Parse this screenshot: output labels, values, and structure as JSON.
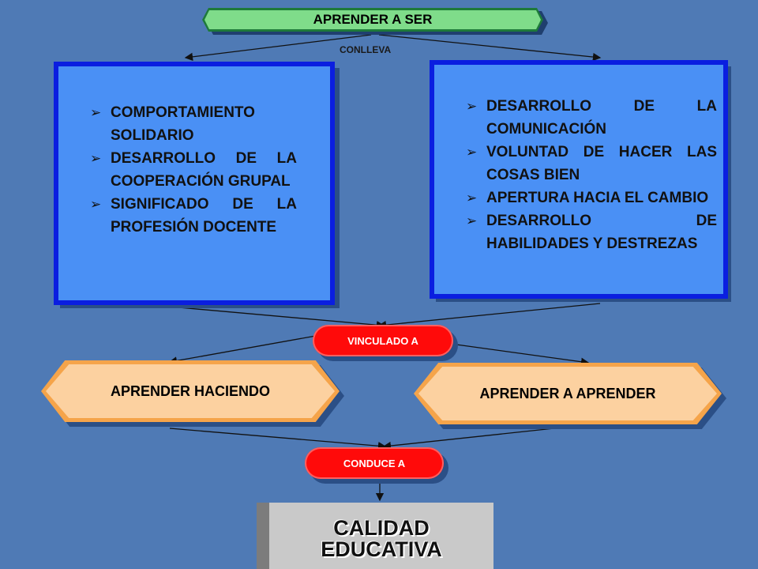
{
  "top_banner": {
    "label": "APRENDER A SER"
  },
  "connector_1": {
    "label": "CONLLEVA"
  },
  "left_box": {
    "items": [
      "COMPORTAMIENTO SOLIDARIO",
      "DESARROLLO DE LA COOPERACIÓN GRUPAL",
      "SIGNIFICADO DE LA PROFESIÓN DOCENTE"
    ]
  },
  "right_box": {
    "items": [
      "DESARROLLO DE LA COMUNICACIÓN",
      "VOLUNTAD DE HACER LAS COSAS BIEN",
      "APERTURA HACIA EL CAMBIO",
      "DESARROLLO DE HABILIDADES Y DESTREZAS"
    ]
  },
  "connector_2": {
    "label": "VINCULADO A"
  },
  "left_hex": {
    "label": "APRENDER HACIENDO"
  },
  "right_hex": {
    "label": "APRENDER A APRENDER"
  },
  "connector_3": {
    "label": "CONDUCE A"
  },
  "result": {
    "line1": "CALIDAD",
    "line2": "EDUCATIVA"
  },
  "colors": {
    "background": "#4f7ab5",
    "banner_fill": "#7fdc8a",
    "box_border": "#0a1ee0",
    "box_fill": "#4a90f5",
    "pill_fill": "#ff0a0a",
    "hex_fill": "#fcd1a0",
    "result_fill": "#c9c9c9"
  }
}
